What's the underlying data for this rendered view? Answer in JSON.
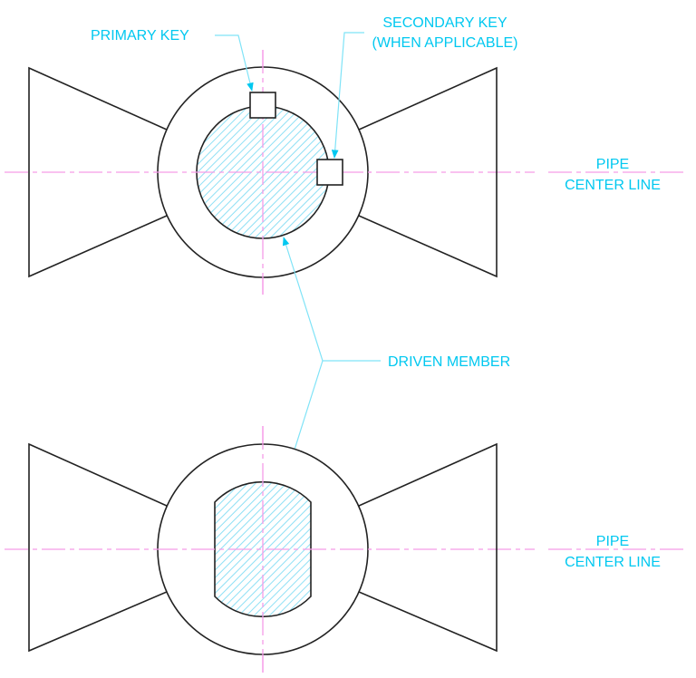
{
  "diagram": {
    "labels": {
      "primary_key": "PRIMARY KEY",
      "secondary_key_line1": "SECONDARY KEY",
      "secondary_key_line2": "(WHEN APPLICABLE)",
      "pipe_center_line_top_1": "PIPE",
      "pipe_center_line_top_2": "CENTER LINE",
      "driven_member": "DRIVEN MEMBER",
      "pipe_center_line_bottom_1": "PIPE",
      "pipe_center_line_bottom_2": "CENTER LINE"
    },
    "colors": {
      "outline": "#222222",
      "annotation": "#00c8f0",
      "leader": "#7fe3f7",
      "centerline": "#f59ce8",
      "hatch": "#8fe0f5"
    },
    "views": [
      {
        "name": "top-view",
        "description": "Round driven member with primary and secondary keys"
      },
      {
        "name": "bottom-view",
        "description": "Double-D (flatted) driven member"
      }
    ]
  }
}
